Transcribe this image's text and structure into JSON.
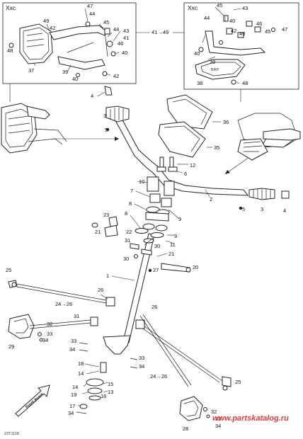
{
  "insets": {
    "left_header": "Xxc",
    "right_header": "Xxc",
    "cross_ref": "41→49"
  },
  "callouts": {
    "c1": "1",
    "c2": "2",
    "c3": "3",
    "c3b": "3",
    "c4": "4",
    "c4b": "4",
    "c5": "5",
    "c5b": "5",
    "c6": "6",
    "c7": "7",
    "c8": "8",
    "c8b": "8",
    "c9": "9",
    "c9b": "9",
    "c10": "10",
    "c11": "11",
    "c12": "12",
    "c13": "13",
    "c14": "14",
    "c14b": "14",
    "c15": "15",
    "c16": "16",
    "c17": "17",
    "c18": "18",
    "c19": "19",
    "c20": "20",
    "c21": "21",
    "c21b": "21",
    "c22": "22",
    "c23": "23",
    "c24": "24→26",
    "c24b": "24→26",
    "c25": "25",
    "c25b": "25",
    "c26": "26",
    "c26b": "26",
    "c27": "27",
    "c28": "28",
    "c29": "29",
    "c30": "30",
    "c30b": "30",
    "c31": "31",
    "c31b": "31",
    "c32": "32",
    "c32b": "32",
    "c33": "33",
    "c33b": "33",
    "c33c": "33",
    "c33d": "33",
    "c34": "34",
    "c34b": "34",
    "c34c": "34",
    "c34d": "34",
    "c35": "35",
    "c36": "36",
    "c37": "37",
    "c38": "38",
    "c39": "39",
    "c40": "40",
    "c40b": "40",
    "c40c": "40",
    "c40d": "40",
    "c41": "41",
    "c42": "42",
    "c42b": "42",
    "c43": "43",
    "c43b": "43",
    "c44": "44",
    "c44b": "44",
    "c45": "45",
    "c45b": "45",
    "c46": "46",
    "c46b": "46",
    "c47": "47",
    "c47b": "47",
    "c48": "48",
    "c48b": "48",
    "c49": "49",
    "c49b": "49"
  },
  "front_label": "Front Avant",
  "drawing_code": "23T1118",
  "watermark": "www.partskatalog.ru"
}
